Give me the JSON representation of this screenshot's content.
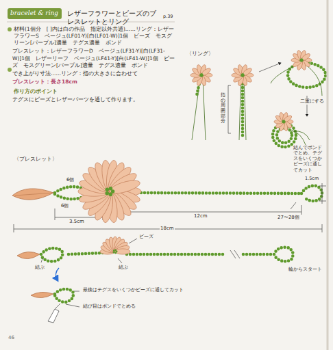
{
  "diagram": {
    "title": "レザーフラワーとビーズのブレスレットとリング",
    "labels": [
      "bracelet & ring",
      "p.39",
      "材料(1個分　[ ]内は白の作品　指定以外共通)……リング：レザーフラワーS　ベージュ(LF01-Y)[白(LF01-W)]1個　ビーズ　モスグリーン[パープル]適量　テグス適量　ボンド",
      "ブレスレット：レザーフラワーD　ベージュ(LF31-Y)[白(LF31-W)]1個　レザーリーフ　ベージュ(LF41-Y)[白(LF41-W)]1個　ビーズ　モスグリーン[パープル]適量　テグス適量　ボンド",
      "でき上がり寸法……リング：指の大きさに合わせて",
      "ブレスレット：長さ18cm",
      "作り方のポイント",
      "テグスにビーズとレザーパーツを通して作ります。",
      "〈リング〉",
      "指の周囲部分",
      "二重にする",
      "結んでボンドでとめ、テグスをいくつかビーズに通してカット",
      "〈ブレスレット〉",
      "6個",
      "6個",
      "3.5cm",
      "12cm",
      "1.5cm",
      "27〜28個",
      "18cm",
      "ビーズ",
      "結ぶ",
      "結ぶ",
      "輪からスタート",
      "最後はテグスをいくつかビーズに通してカット",
      "結び目はボンドでとめる",
      "46"
    ]
  }
}
